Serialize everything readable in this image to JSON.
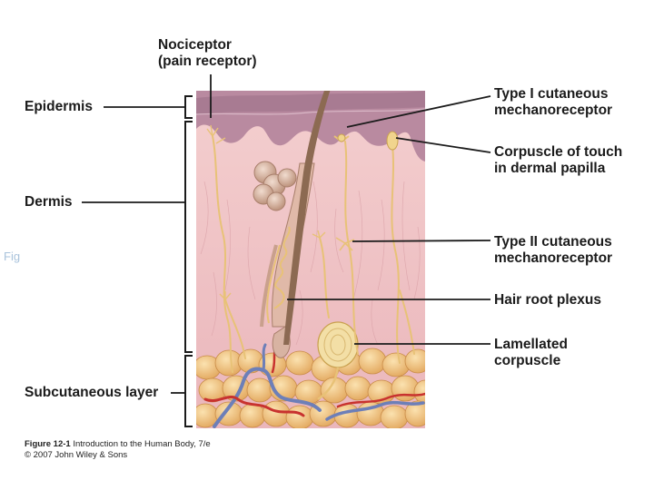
{
  "labels": {
    "nociceptor_line1": "Nociceptor",
    "nociceptor_line2": "(pain receptor)",
    "epidermis": "Epidermis",
    "dermis": "Dermis",
    "subcutaneous": "Subcutaneous layer",
    "type1_line1": "Type I cutaneous",
    "type1_line2": "mechanoreceptor",
    "touch_line1": "Corpuscle of touch",
    "touch_line2": "in dermal papilla",
    "type2_line1": "Type II cutaneous",
    "type2_line2": "mechanoreceptor",
    "hair_root": "Hair root plexus",
    "lamellated_line1": "Lamellated",
    "lamellated_line2": "corpuscle"
  },
  "caption": {
    "figure": "Figure 12-1",
    "title": "Introduction to the Human Body, 7/e",
    "copyright": "© 2007 John Wiley & Sons"
  },
  "ghost_text": "Fig",
  "colors": {
    "epidermis": "#b6869b",
    "dermis": "#f2c7c8",
    "fat": "#f0c07a",
    "nerve": "#e8c277",
    "hair": "#8c6a52",
    "vein": "#6d7fb8",
    "artery": "#c8322f"
  }
}
